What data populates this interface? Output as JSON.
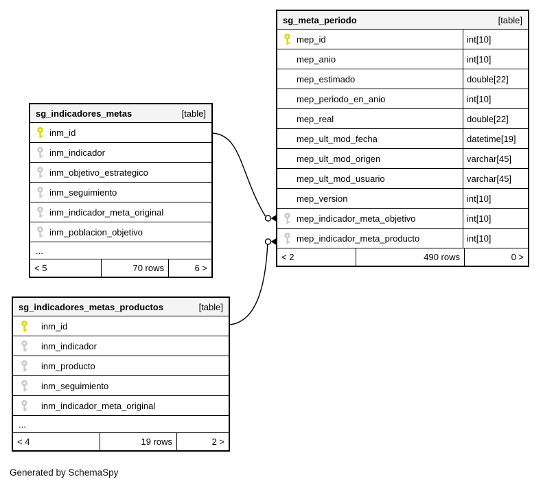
{
  "page": {
    "footer_note": "Generated by SchemaSpy"
  },
  "colors": {
    "primary_key": "#d8d800",
    "foreign_key": "#c8c8c8",
    "header_bg": "#f4f4f4",
    "border": "#000000"
  },
  "tables": [
    {
      "name": "sg_meta_periodo",
      "badge": "[table]",
      "has_type_column": true,
      "ellipsis_row": false,
      "columns": [
        {
          "name": "mep_id",
          "type": "int[10]",
          "key": "primary"
        },
        {
          "name": "mep_anio",
          "type": "int[10]",
          "key": "none"
        },
        {
          "name": "mep_estimado",
          "type": "double[22]",
          "key": "none"
        },
        {
          "name": "mep_periodo_en_anio",
          "type": "int[10]",
          "key": "none"
        },
        {
          "name": "mep_real",
          "type": "double[22]",
          "key": "none"
        },
        {
          "name": "mep_ult_mod_fecha",
          "type": "datetime[19]",
          "key": "none"
        },
        {
          "name": "mep_ult_mod_origen",
          "type": "varchar[45]",
          "key": "none"
        },
        {
          "name": "mep_ult_mod_usuario",
          "type": "varchar[45]",
          "key": "none"
        },
        {
          "name": "mep_version",
          "type": "int[10]",
          "key": "none"
        },
        {
          "name": "mep_indicador_meta_objetivo",
          "type": "int[10]",
          "key": "foreign"
        },
        {
          "name": "mep_indicador_meta_producto",
          "type": "int[10]",
          "key": "foreign"
        }
      ],
      "footer": {
        "left": "< 2",
        "center": "490 rows",
        "right": "0 >"
      }
    },
    {
      "name": "sg_indicadores_metas",
      "badge": "[table]",
      "has_type_column": false,
      "ellipsis_row": true,
      "ellipsis_label": "...",
      "columns": [
        {
          "name": "inm_id",
          "key": "primary"
        },
        {
          "name": "inm_indicador",
          "key": "foreign"
        },
        {
          "name": "inm_objetivo_estrategico",
          "key": "foreign"
        },
        {
          "name": "inm_seguimiento",
          "key": "foreign"
        },
        {
          "name": "inm_indicador_meta_original",
          "key": "foreign"
        },
        {
          "name": "inm_poblacion_objetivo",
          "key": "foreign"
        }
      ],
      "footer": {
        "left": "< 5",
        "center": "70 rows",
        "right": "6 >"
      }
    },
    {
      "name": "sg_indicadores_metas_productos",
      "badge": "[table]",
      "has_type_column": false,
      "ellipsis_row": true,
      "ellipsis_label": "...",
      "columns": [
        {
          "name": "inm_id",
          "key": "primary"
        },
        {
          "name": "inm_indicador",
          "key": "foreign"
        },
        {
          "name": "inm_producto",
          "key": "foreign"
        },
        {
          "name": "inm_seguimiento",
          "key": "foreign"
        },
        {
          "name": "inm_indicador_meta_original",
          "key": "foreign"
        }
      ],
      "footer": {
        "left": "< 4",
        "center": "19 rows",
        "right": "2 >"
      }
    }
  ],
  "relationships": [
    {
      "from_table": "sg_indicadores_metas",
      "from_column": "inm_id",
      "to_table": "sg_meta_periodo",
      "to_column": "mep_indicador_meta_objetivo"
    },
    {
      "from_table": "sg_indicadores_metas_productos",
      "from_column": "inm_id",
      "to_table": "sg_meta_periodo",
      "to_column": "mep_indicador_meta_producto"
    }
  ]
}
